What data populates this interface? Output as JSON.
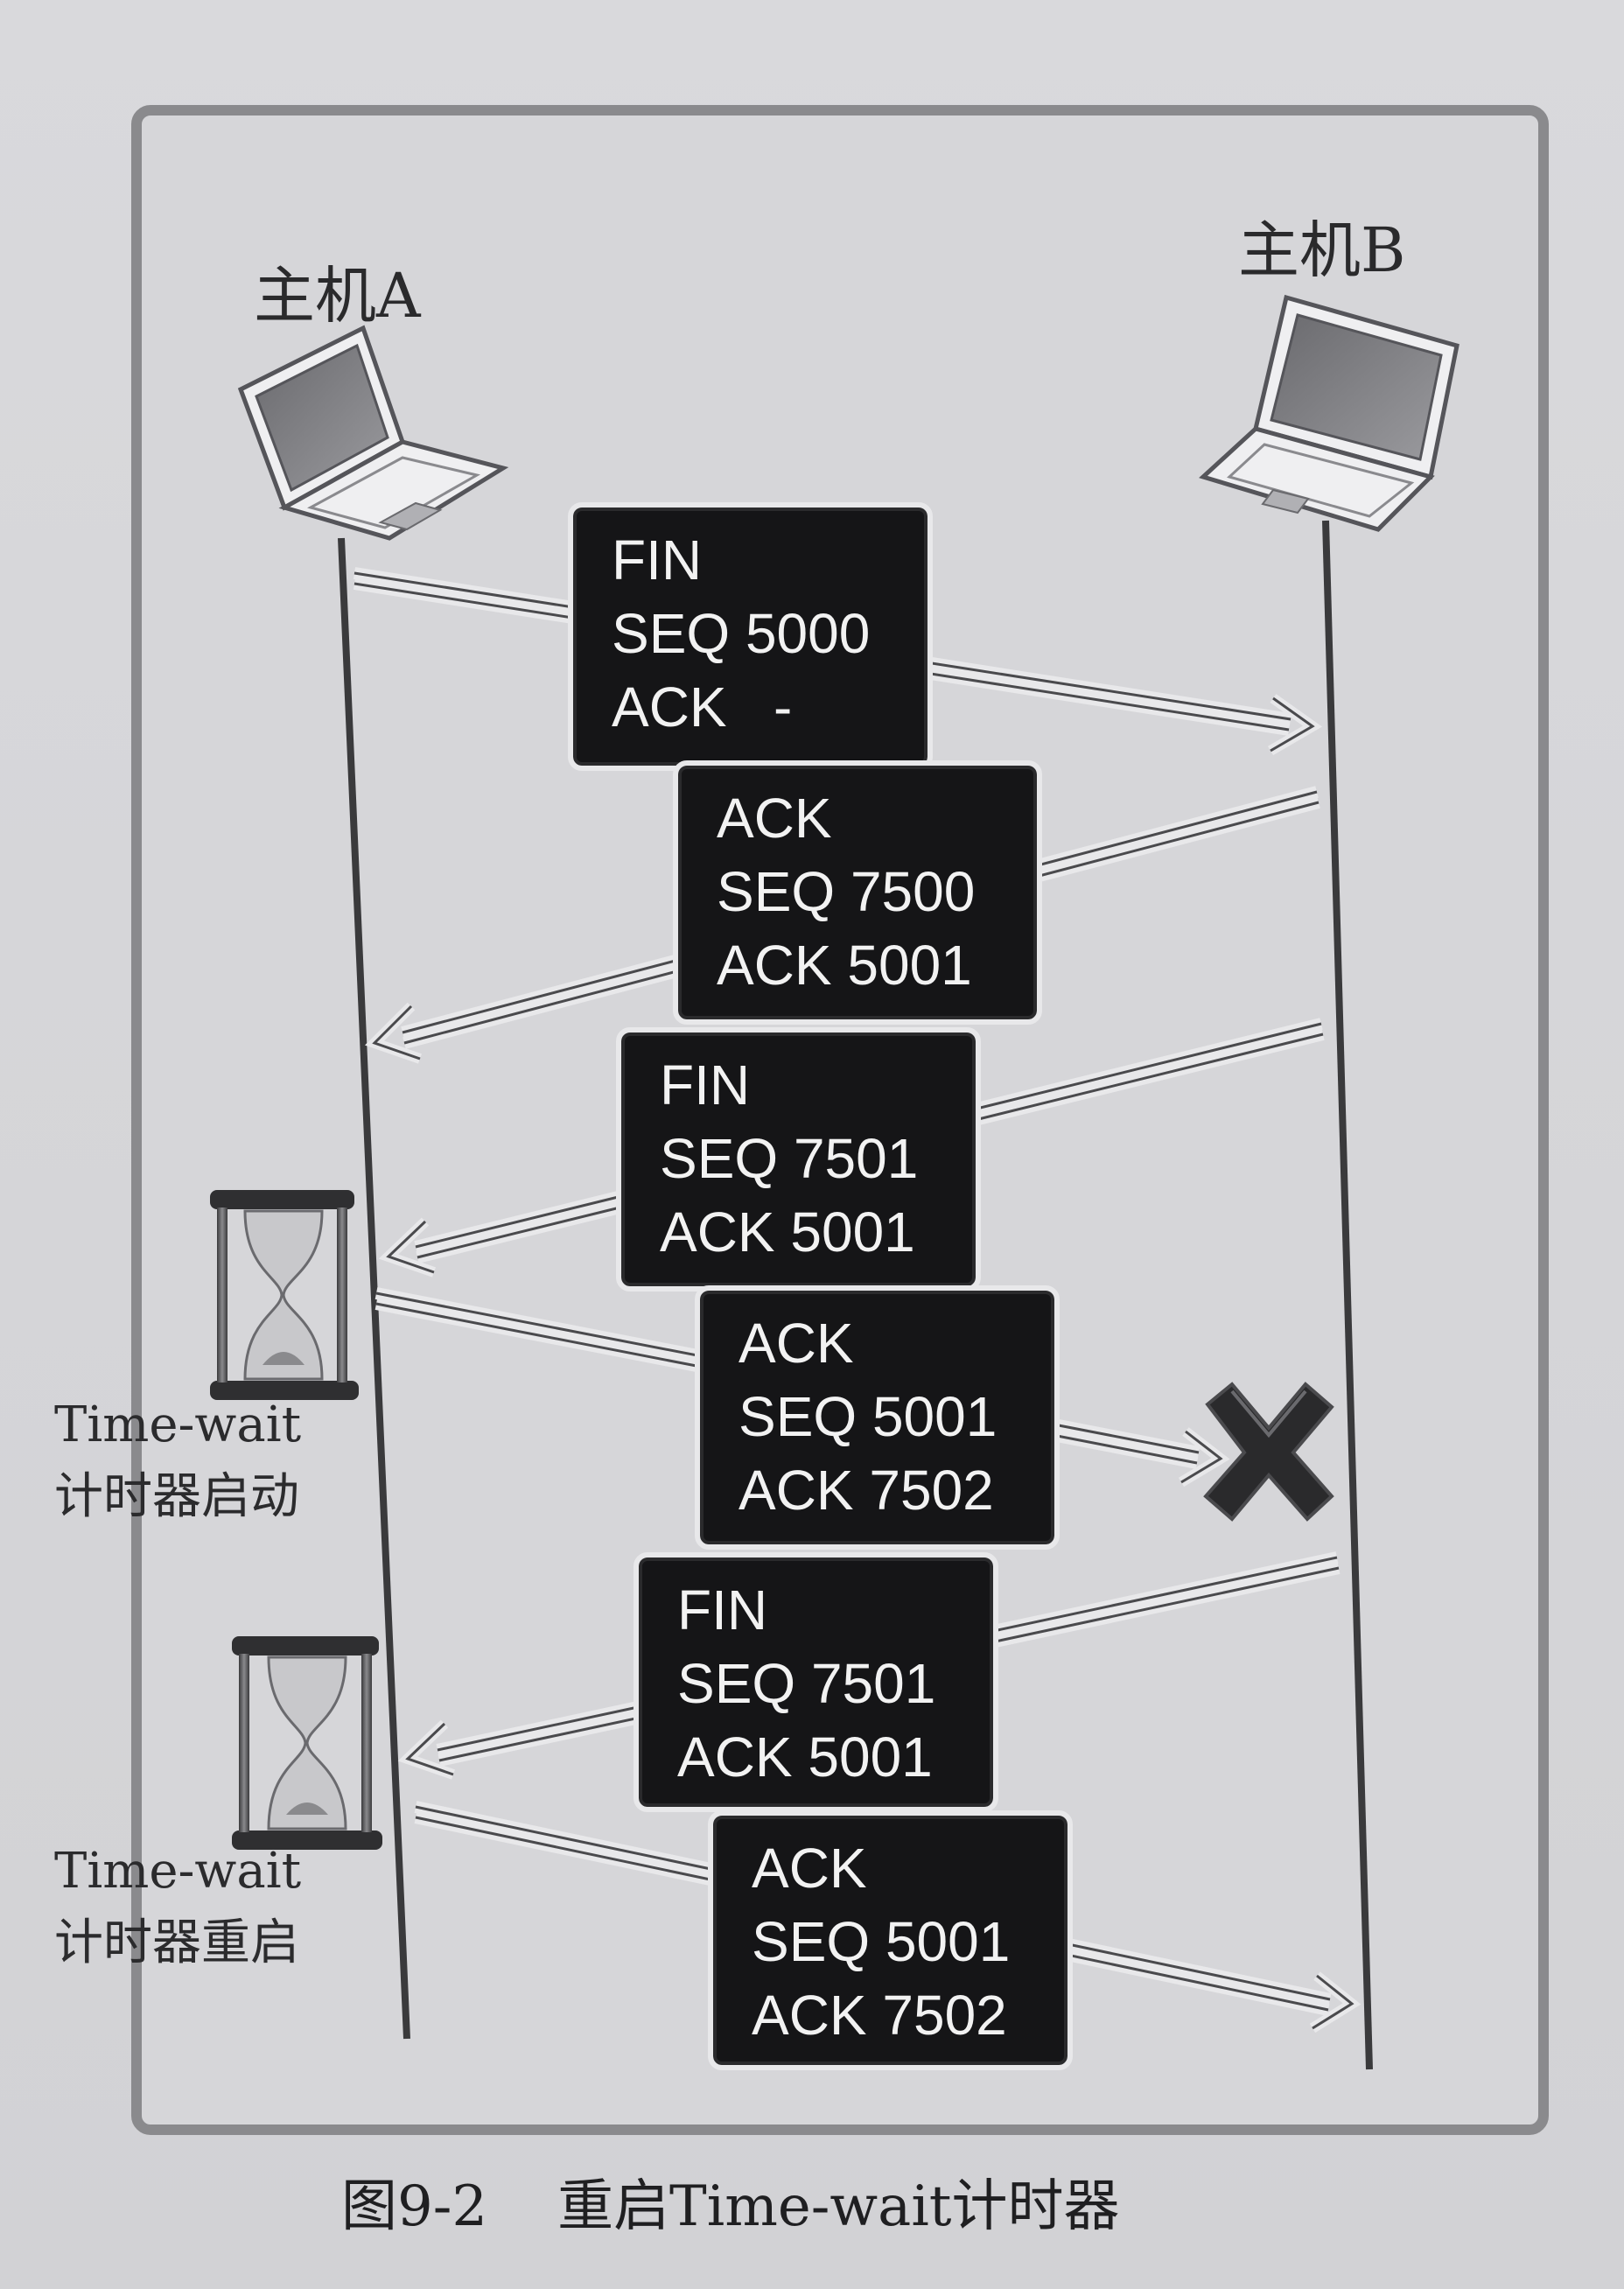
{
  "hosts": {
    "a": "主机A",
    "b": "主机B"
  },
  "messages": [
    {
      "lines": [
        "FIN",
        "SEQ 5000",
        "ACK   -"
      ],
      "direction": "A-to-B",
      "lost": false
    },
    {
      "lines": [
        "ACK",
        "SEQ 7500",
        "ACK 5001"
      ],
      "direction": "B-to-A",
      "lost": false
    },
    {
      "lines": [
        "FIN",
        "SEQ 7501",
        "ACK 5001"
      ],
      "direction": "B-to-A",
      "lost": false
    },
    {
      "lines": [
        "ACK",
        "SEQ 5001",
        "ACK 7502"
      ],
      "direction": "A-to-B",
      "lost": true
    },
    {
      "lines": [
        "FIN",
        "SEQ 7501",
        "ACK 5001"
      ],
      "direction": "B-to-A",
      "lost": false
    },
    {
      "lines": [
        "ACK",
        "SEQ 5001",
        "ACK 7502"
      ],
      "direction": "A-to-B",
      "lost": false
    }
  ],
  "timers": [
    {
      "line1": "Time-wait",
      "line2": "计时器启动"
    },
    {
      "line1": "Time-wait",
      "line2": "计时器重启"
    }
  ],
  "caption": {
    "number": "图9-2",
    "title": "重启Time-wait计时器"
  },
  "icons": {
    "host": "laptop-icon",
    "timer": "hourglass-icon",
    "lost": "x-mark-icon"
  },
  "colors": {
    "box_fill": "#151517",
    "box_text": "#f2f2f2",
    "line": "#3a3a3c",
    "arrow": "#e8e8ea",
    "lost_mark": "#2a2a2c"
  }
}
